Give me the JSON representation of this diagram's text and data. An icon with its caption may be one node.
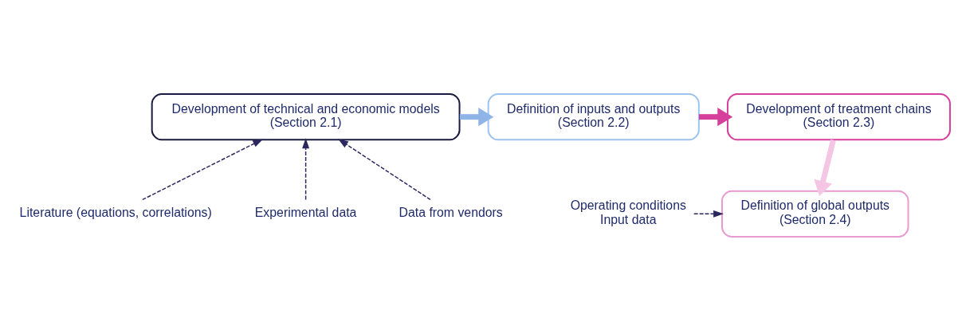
{
  "diagram": {
    "nodes": [
      {
        "text": [
          "Development of technical and economic models",
          "(Section 2.1)"
        ]
      },
      {
        "text": [
          "Definition of inputs and outputs",
          "(Section 2.2)"
        ]
      },
      {
        "text": [
          "Development of treatment chains",
          "(Section 2.3)"
        ]
      },
      {
        "text": [
          "Literature (equations, correlations)"
        ]
      },
      {
        "text": [
          "Experimental data"
        ]
      },
      {
        "text": [
          "Data from vendors"
        ]
      },
      {
        "text": [
          "Definition of global outputs",
          "(Section 2.4)"
        ]
      },
      {
        "text": [
          "Operating conditions",
          "Input data"
        ]
      }
    ],
    "edges": [
      {
        "from": 0,
        "to": 1,
        "arrow": "to",
        "style": "thick",
        "color": "#8fb4e8"
      },
      {
        "from": 1,
        "to": 2,
        "arrow": "to",
        "style": "thick",
        "color": "#d63f9c"
      },
      {
        "from": 2,
        "to": 6,
        "arrow": "to",
        "style": "thick",
        "color": "#f5c6e3"
      },
      {
        "from": 3,
        "to": 0,
        "arrow": "to",
        "style": "dashed"
      },
      {
        "from": 4,
        "to": 0,
        "arrow": "to",
        "style": "dashed"
      },
      {
        "from": 5,
        "to": 0,
        "arrow": "to",
        "style": "dashed"
      },
      {
        "from": 7,
        "to": 6,
        "arrow": "to",
        "style": "dashed"
      }
    ]
  }
}
